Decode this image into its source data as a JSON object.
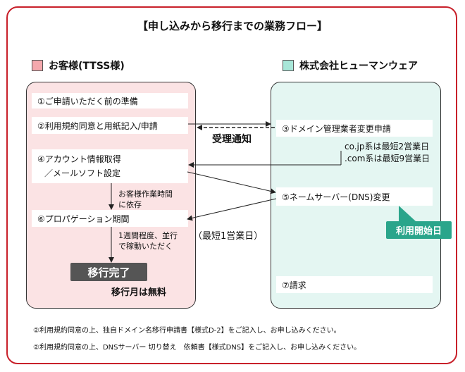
{
  "title": "【申し込みから移行までの業務フロー】",
  "legend": {
    "customer": {
      "label": "お客様(TTSS様)",
      "color": "#f4a8ad"
    },
    "company": {
      "label": "株式会社ヒューマンウェア",
      "color": "#a8e6d8"
    }
  },
  "customer_steps": {
    "s1": "①ご申請いただく前の準備",
    "s2": "②利用規約同意と用紙記入/申請",
    "s4_line1": "④アカウント情報取得",
    "s4_line2": "／メールソフト設定",
    "s6": "⑥プロパゲーション期間"
  },
  "company_steps": {
    "s3": "③ドメイン管理業者変更申請",
    "s5": "⑤ネームサーバー(DNS)変更",
    "s7": "⑦請求"
  },
  "notes": {
    "receipt": "受理通知",
    "cojp": "co.jp系は最短2営業日",
    "com": ".com系は最短9営業日",
    "customer_time_1": "お客様作業時間",
    "customer_time_2": "に依存",
    "week_1": "1週間程度、並行",
    "week_2": "で稼動いただく",
    "shortest": "（最短1営業日）",
    "free": "移行月は無料"
  },
  "badges": {
    "complete": "移行完了",
    "start": "利用開始日"
  },
  "footnotes": [
    "②利用規約同意の上、独自ドメイン名移行申請書【様式D-2】をご記入し、お申し込みください。",
    "②利用規約同意の上、DNSサーバー 切り替え　依頼書【様式DNS】をご記入し、お申し込みください。"
  ]
}
